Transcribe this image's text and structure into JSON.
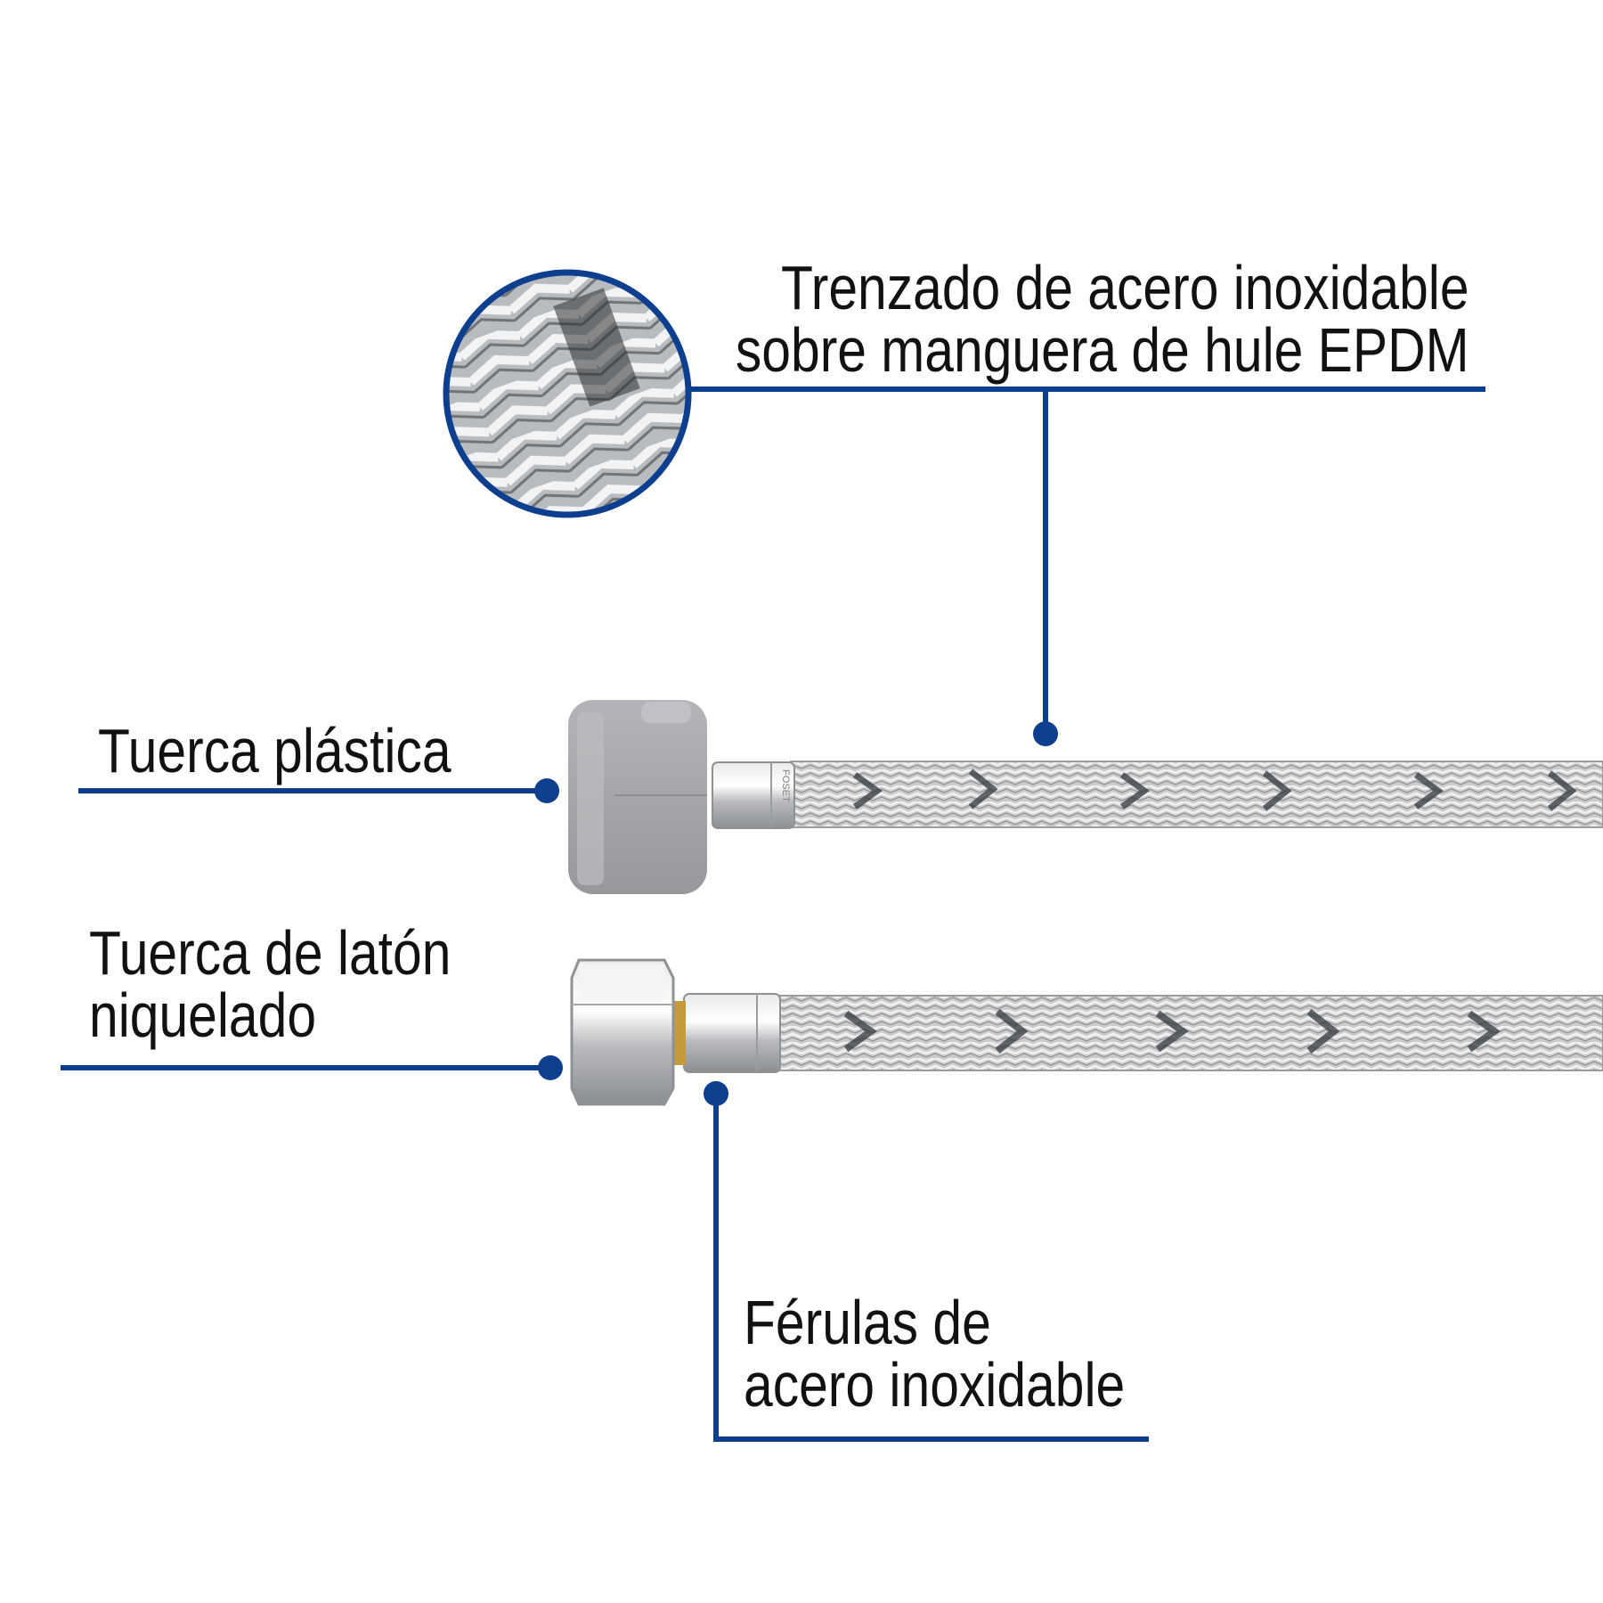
{
  "colors": {
    "accent": "#0e3f8f",
    "text": "#111111",
    "background": "#ffffff",
    "plastic_nut": "#a2a4a7",
    "steel_braid": "#c4c6c8"
  },
  "callouts": {
    "braid": {
      "line1": "Trenzado de acero inoxidable",
      "line2": "sobre manguera de hule EPDM"
    },
    "plastic_nut": {
      "text": "Tuerca plástica"
    },
    "brass_nut": {
      "line1": "Tuerca de latón",
      "line2": "niquelado"
    },
    "ferrule": {
      "line1": "Férulas de",
      "line2": "acero inoxidable"
    }
  },
  "ferrule_marking": "FOSET"
}
